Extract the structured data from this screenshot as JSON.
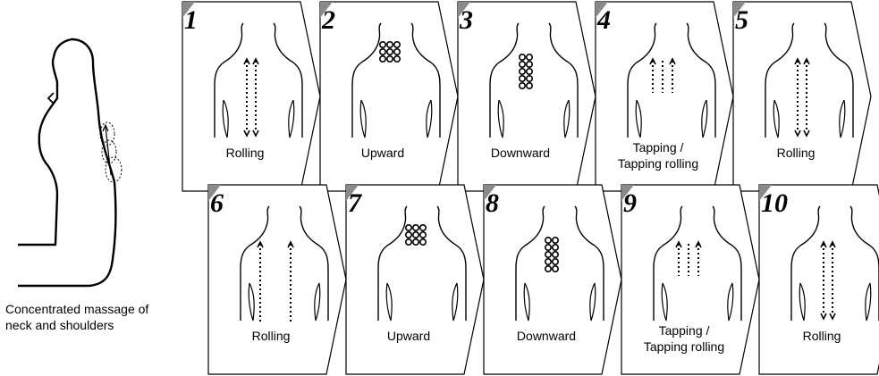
{
  "caption": [
    "Concentrated massage of",
    "neck and shoulders"
  ],
  "steps": [
    {
      "number": "1",
      "label": [
        "Rolling"
      ],
      "pattern": "rolling-down"
    },
    {
      "number": "2",
      "label": [
        "Upward"
      ],
      "pattern": "upward"
    },
    {
      "number": "3",
      "label": [
        "Downward"
      ],
      "pattern": "downward"
    },
    {
      "number": "4",
      "label": [
        "Tapping /",
        "Tapping rolling"
      ],
      "pattern": "tapping"
    },
    {
      "number": "5",
      "label": [
        "Rolling"
      ],
      "pattern": "rolling-down"
    },
    {
      "number": "6",
      "label": [
        "Rolling"
      ],
      "pattern": "rolling-up"
    },
    {
      "number": "7",
      "label": [
        "Upward"
      ],
      "pattern": "upward"
    },
    {
      "number": "8",
      "label": [
        "Downward"
      ],
      "pattern": "downward"
    },
    {
      "number": "9",
      "label": [
        "Tapping /",
        "Tapping rolling"
      ],
      "pattern": "tapping"
    },
    {
      "number": "10",
      "label": [
        "Rolling"
      ],
      "pattern": "rolling-down"
    }
  ],
  "colors": {
    "line": "#000000",
    "corner": "#8a8a8a",
    "background": "#ffffff"
  }
}
